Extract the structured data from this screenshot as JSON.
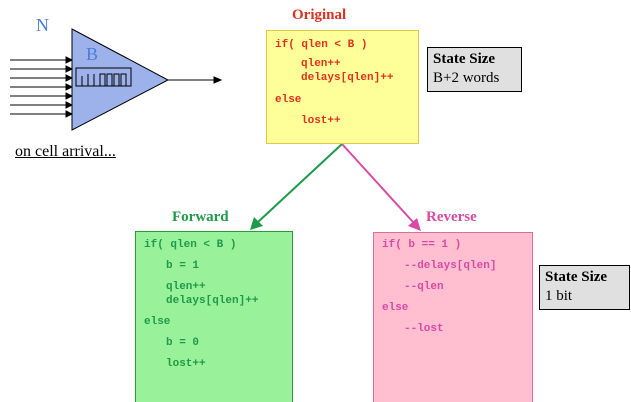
{
  "colors": {
    "original": "#e0311d",
    "original_bg": "#ffff99",
    "original_border": "#e0c84c",
    "forward": "#1e9a4a",
    "forward_bg": "#99f299",
    "forward_border": "#2c9a40",
    "reverse": "#d94aa5",
    "reverse_bg": "#ffbfd0",
    "reverse_border": "#d9709b",
    "queue_blue": "#4a7dd9",
    "queue_fill": "#9db2eb",
    "state_bg": "#e0e0e0"
  },
  "queue": {
    "n_label": "N",
    "b_label": "B",
    "caption": "on cell arrival..."
  },
  "original": {
    "title": "Original",
    "code": [
      "if( qlen < B )",
      "qlen++",
      "delays[qlen]++",
      "else",
      "lost++"
    ]
  },
  "forward": {
    "title": "Forward",
    "code": [
      "if( qlen < B )",
      "b = 1",
      "qlen++",
      "delays[qlen]++",
      "else",
      "b = 0",
      "lost++"
    ]
  },
  "reverse": {
    "title": "Reverse",
    "code": [
      "if( b == 1 )",
      "--delays[qlen]",
      "--qlen",
      "else",
      "--lost"
    ]
  },
  "state_original": {
    "title": "State Size",
    "value": "B+2 words"
  },
  "state_reverse": {
    "title": "State Size",
    "value": "1 bit"
  }
}
